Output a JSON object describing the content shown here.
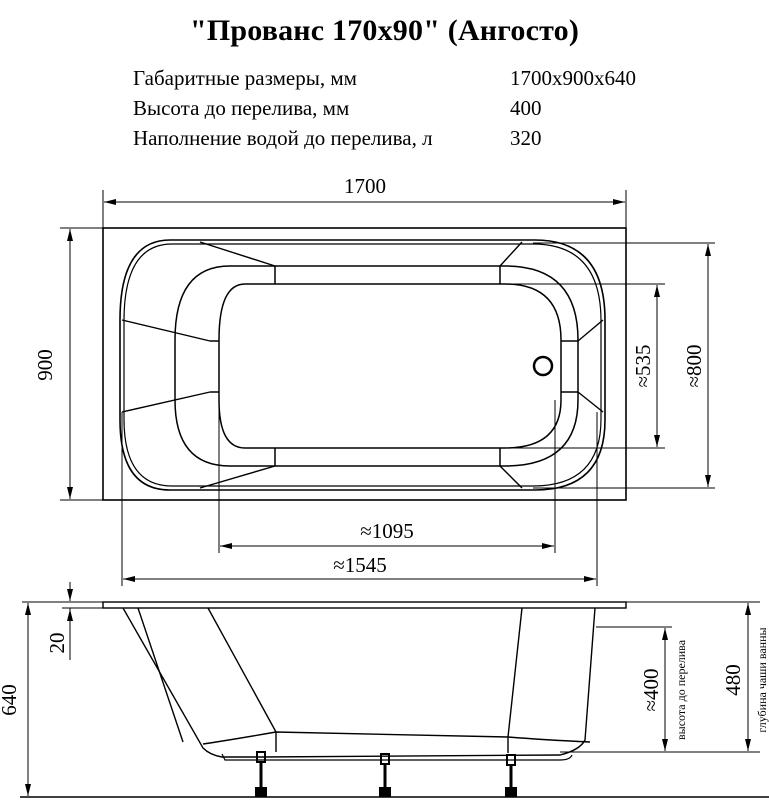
{
  "title": "\"Прованс 170х90\" (Ангосто)",
  "specs": [
    {
      "label": "Габаритные размеры, мм",
      "value": "1700х900х640"
    },
    {
      "label": "Высота до перелива, мм",
      "value": "400"
    },
    {
      "label": "Наполнение водой до перелива, л",
      "value": "320"
    }
  ],
  "top_view": {
    "length": "1700",
    "width": "900",
    "inner_width_535": "≈535",
    "inner_width_800": "≈800",
    "inner_length_1095": "≈1095",
    "inner_length_1545": "≈1545"
  },
  "side_view": {
    "rim": "20",
    "total_height": "640",
    "overflow_height": "≈400",
    "overflow_caption": "высота до перелива",
    "bowl_depth": "480",
    "bowl_caption": "глубина чаши ванны"
  },
  "colors": {
    "line": "#000000",
    "background": "#ffffff"
  }
}
